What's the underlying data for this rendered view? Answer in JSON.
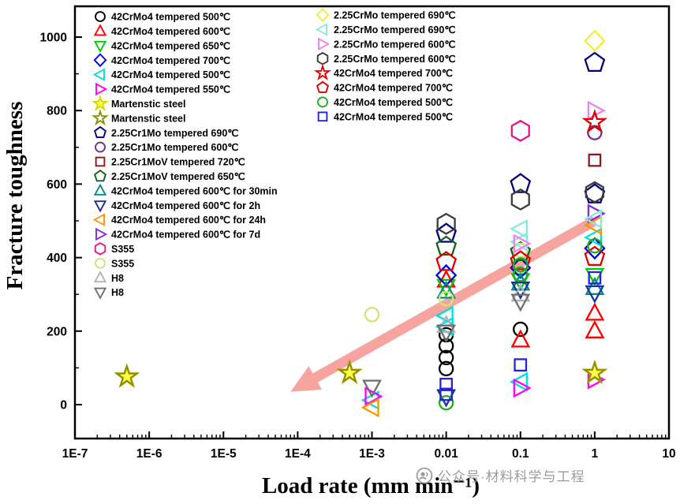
{
  "chart_data": {
    "type": "scatter",
    "title": "",
    "xlabel": "Load rate (mm min⁻¹)",
    "ylabel": "Fracture toughness",
    "x_scale": "log",
    "xlim": [
      1e-07,
      10
    ],
    "ylim": [
      -92,
      1083
    ],
    "grid": false,
    "legend_position": "two columns, top-left and top-center inside plot",
    "x_ticks": {
      "values": [
        1e-07,
        1e-06,
        1e-05,
        0.0001,
        0.001,
        0.01,
        0.1,
        1,
        10
      ],
      "labels": [
        "1E-7",
        "1E-6",
        "1E-5",
        "1E-4",
        "1E-3",
        "0.01",
        "0.1",
        "1",
        "10"
      ]
    },
    "y_ticks": {
      "values": [
        0,
        200,
        400,
        600,
        800,
        1000
      ],
      "labels": [
        "0",
        "200",
        "400",
        "600",
        "800",
        "1000"
      ]
    },
    "arrow": {
      "from": [
        1,
        500
      ],
      "to": [
        8e-05,
        35
      ],
      "color": "#f4807a",
      "opacity": 0.72
    },
    "series": [
      {
        "name": "42CrMo4 tempered 500℃",
        "marker": "circle",
        "color": "#000000",
        "legend": "left",
        "points": [
          [
            0.01,
            190
          ],
          [
            0.01,
            160
          ],
          [
            0.01,
            128
          ],
          [
            0.01,
            98
          ],
          [
            0.1,
            205
          ]
        ]
      },
      {
        "name": "42CrMo4 tempered 600℃",
        "marker": "triangle-up",
        "color": "#ff0000",
        "legend": "left",
        "points": [
          [
            0.01,
            338
          ],
          [
            0.1,
            175
          ],
          [
            1,
            248
          ],
          [
            1,
            200
          ]
        ]
      },
      {
        "name": "42CrMo4 tempered 650℃",
        "marker": "triangle-down",
        "color": "#00cc00",
        "legend": "left",
        "points": [
          [
            0.01,
            322
          ],
          [
            0.1,
            338
          ],
          [
            1,
            352
          ]
        ]
      },
      {
        "name": "42CrMo4 tempered 700℃",
        "marker": "diamond",
        "color": "#0000ee",
        "legend": "left",
        "points": [
          [
            0.01,
            352
          ],
          [
            0.1,
            372
          ],
          [
            1,
            425
          ]
        ]
      },
      {
        "name": "42CrMo4 tempered 500℃",
        "marker": "triangle-left",
        "color": "#00dede",
        "legend": "left",
        "points": [
          [
            0.001,
            12
          ],
          [
            0.01,
            242
          ],
          [
            0.01,
            212
          ],
          [
            0.1,
            62
          ],
          [
            1,
            455
          ]
        ]
      },
      {
        "name": "42CrMo4 tempered 550℃",
        "marker": "triangle-right",
        "color": "#ff00ff",
        "legend": "left",
        "points": [
          [
            0.001,
            22
          ],
          [
            0.1,
            45
          ],
          [
            1,
            68
          ]
        ]
      },
      {
        "name": "Martenstic steel",
        "marker": "star",
        "color": "#d6d600",
        "fill": "#ffff4d",
        "legend": "left",
        "points": [
          [
            5e-07,
            75
          ],
          [
            0.0005,
            85
          ],
          [
            1,
            85
          ]
        ]
      },
      {
        "name": "Martenstic steel",
        "marker": "star",
        "color": "#8f8f00",
        "legend": "left",
        "points": [
          [
            5e-07,
            76
          ],
          [
            0.0005,
            86
          ],
          [
            1,
            86
          ]
        ]
      },
      {
        "name": "2.25Cr1Mo tempered 690℃",
        "marker": "pentagon",
        "color": "#000080",
        "legend": "left",
        "points": [
          [
            0.01,
            465
          ],
          [
            0.1,
            600
          ],
          [
            1,
            930
          ],
          [
            1,
            572
          ]
        ]
      },
      {
        "name": "2.25Cr1Mo tempered 600℃",
        "marker": "circle",
        "color": "#7b2d8e",
        "legend": "left",
        "points": [
          [
            1,
            740
          ]
        ]
      },
      {
        "name": "2.25Cr1MoV tempered 720℃",
        "marker": "square",
        "color": "#8b1a1a",
        "legend": "left",
        "points": [
          [
            1,
            665
          ]
        ]
      },
      {
        "name": "2.25Cr1MoV tempered 650℃",
        "marker": "pentagon",
        "color": "#176117",
        "legend": "left",
        "points": [
          [
            0.01,
            430
          ],
          [
            0.1,
            415
          ]
        ]
      },
      {
        "name": "42CrMo4 tempered 600℃ for 30min",
        "marker": "triangle-up",
        "color": "#008b8b",
        "legend": "left",
        "points": [
          [
            0.01,
            308
          ],
          [
            0.1,
            330
          ],
          [
            1,
            318
          ]
        ]
      },
      {
        "name": "42CrMo4 tempered 600℃ for 2h",
        "marker": "triangle-down",
        "color": "#16329c",
        "legend": "left",
        "points": [
          [
            0.01,
            22
          ],
          [
            0.1,
            315
          ],
          [
            1,
            305
          ]
        ]
      },
      {
        "name": "42CrMo4 tempered 600℃ for 24h",
        "marker": "triangle-left",
        "color": "#ff9500",
        "legend": "left",
        "points": [
          [
            0.001,
            -8
          ],
          [
            1,
            488
          ]
        ]
      },
      {
        "name": "42CrMo4 tempered 600℃ for 7d",
        "marker": "triangle-right",
        "color": "#8a2be2",
        "legend": "left",
        "points": [
          [
            1,
            520
          ]
        ]
      },
      {
        "name": "S355",
        "marker": "hexagon",
        "color": "#e8128c",
        "legend": "left",
        "points": [
          [
            0.1,
            745
          ]
        ]
      },
      {
        "name": "S355",
        "marker": "circle",
        "color": "#cfe377",
        "legend": "left",
        "points": [
          [
            0.001,
            245
          ],
          [
            0.01,
            288
          ],
          [
            0.1,
            420
          ]
        ]
      },
      {
        "name": "H8",
        "marker": "triangle-up",
        "color": "#b3b3b3",
        "legend": "left",
        "points": [
          [
            0.01,
            215
          ],
          [
            0.1,
            300
          ]
        ]
      },
      {
        "name": "H8",
        "marker": "triangle-down",
        "color": "#6f6f6f",
        "legend": "left",
        "points": [
          [
            0.001,
            48
          ],
          [
            0.01,
            198
          ],
          [
            0.1,
            282
          ]
        ]
      },
      {
        "name": "2.25CrMo tempered 690℃",
        "marker": "diamond",
        "color": "#efef3a",
        "legend": "right",
        "points": [
          [
            1,
            990
          ]
        ]
      },
      {
        "name": "2.25CrMo tempered 690℃",
        "marker": "triangle-left",
        "color": "#8be8dc",
        "legend": "right",
        "points": [
          [
            0.1,
            478
          ],
          [
            0.1,
            443
          ],
          [
            1,
            505
          ]
        ]
      },
      {
        "name": "2.25CrMo tempered 600℃",
        "marker": "triangle-right",
        "color": "#ee82ee",
        "legend": "right",
        "points": [
          [
            1,
            800
          ],
          [
            0.1,
            438
          ]
        ]
      },
      {
        "name": "2.25CrMo tempered 600℃",
        "marker": "hexagon",
        "color": "#3c3c3c",
        "legend": "right",
        "points": [
          [
            0.01,
            492
          ],
          [
            0.1,
            558
          ],
          [
            1,
            578
          ]
        ]
      },
      {
        "name": "42CrMo4 tempered 700℃",
        "marker": "star",
        "color": "#e00000",
        "legend": "right",
        "points": [
          [
            1,
            768
          ]
        ]
      },
      {
        "name": "42CrMo4 tempered 700℃",
        "marker": "pentagon",
        "color": "#e00000",
        "legend": "right",
        "points": [
          [
            0.01,
            388
          ],
          [
            0.1,
            390
          ],
          [
            1,
            402
          ]
        ]
      },
      {
        "name": "42CrMo4 tempered 500℃",
        "marker": "circle",
        "color": "#22aa22",
        "legend": "right",
        "points": [
          [
            0.01,
            5
          ],
          [
            0.1,
            380
          ],
          [
            0.1,
            355
          ],
          [
            1,
            432
          ]
        ]
      },
      {
        "name": "42CrMo4 tempered 500℃",
        "marker": "square",
        "color": "#2424dd",
        "legend": "right",
        "points": [
          [
            0.01,
            55
          ],
          [
            0.01,
            28
          ],
          [
            0.1,
            108
          ],
          [
            1,
            345
          ]
        ]
      }
    ]
  },
  "watermark": {
    "text": "公众号·材料科学与工程"
  }
}
